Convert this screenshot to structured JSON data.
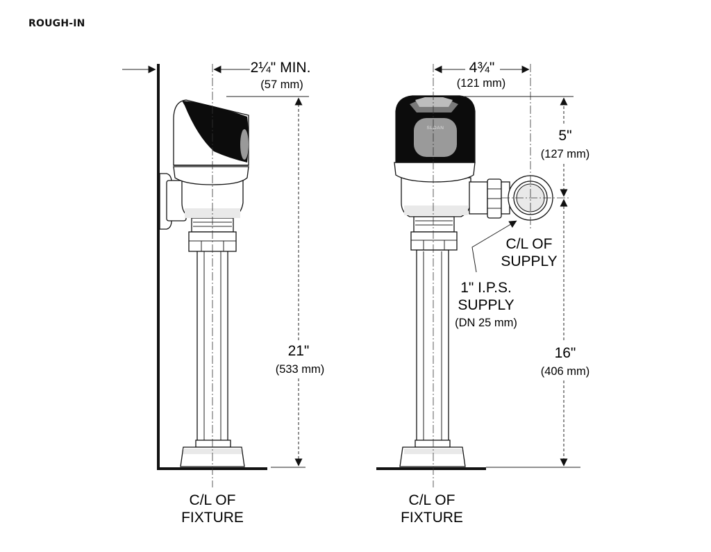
{
  "page": {
    "title": "ROUGH-IN"
  },
  "side_view": {
    "offset_value": "2¼\" MIN.",
    "offset_metric": "(57 mm)",
    "height_value": "21\"",
    "height_metric": "(533 mm)",
    "centerline_line1": "C/L OF",
    "centerline_line2": "FIXTURE"
  },
  "front_view": {
    "brand": "SLOAN",
    "width_value": "4¾\"",
    "width_metric": "(121 mm)",
    "top_value": "5\"",
    "top_metric": "(127 mm)",
    "supply_cl_line1": "C/L OF",
    "supply_cl_line2": "SUPPLY",
    "ips_line1": "1\" I.P.S.",
    "ips_line2": "SUPPLY",
    "ips_metric": "(DN 25 mm)",
    "height_value": "16\"",
    "height_metric": "(406 mm)",
    "centerline_line1": "C/L OF",
    "centerline_line2": "FIXTURE"
  },
  "colors": {
    "ink": "#111111",
    "body_shade": "#e9e9e9",
    "cover_dark": "#0c0c0c",
    "sensor_window": "#9a9a9a"
  }
}
